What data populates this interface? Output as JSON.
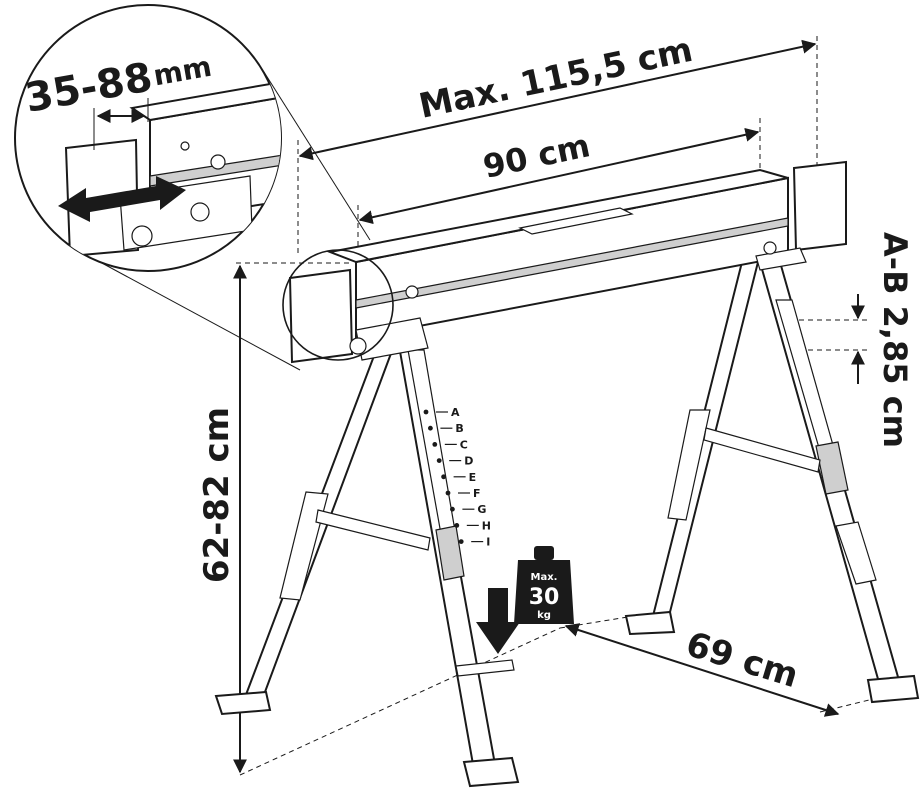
{
  "dimensions": {
    "max_length": "Max. 115,5 cm",
    "length": "90 cm",
    "height_range": "62-82 cm",
    "width": "69 cm",
    "step": "A-B 2,85 cm",
    "clamp_range": "35-88",
    "clamp_unit": "mm"
  },
  "weight": {
    "line1": "Max.",
    "line2": "30",
    "line3": "kg"
  },
  "height_positions": [
    "A",
    "B",
    "C",
    "D",
    "E",
    "F",
    "G",
    "H",
    "I"
  ],
  "colors": {
    "ink": "#1a1a1a",
    "background": "#ffffff"
  },
  "icons": [
    "weight-icon",
    "down-arrow-icon",
    "double-arrow-icon",
    "knob-icon"
  ]
}
